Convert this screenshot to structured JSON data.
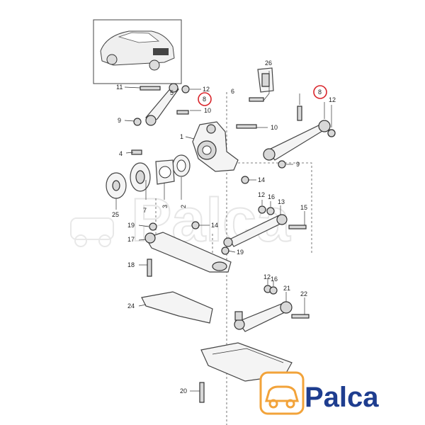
{
  "diagram": {
    "callouts": [
      {
        "id": "c1",
        "text": "1"
      },
      {
        "id": "c2",
        "text": "2"
      },
      {
        "id": "c3",
        "text": "3"
      },
      {
        "id": "c4",
        "text": "4"
      },
      {
        "id": "c5",
        "text": "5"
      },
      {
        "id": "c6",
        "text": "6"
      },
      {
        "id": "c7",
        "text": "7"
      },
      {
        "id": "c8a",
        "text": "8"
      },
      {
        "id": "c8b",
        "text": "8"
      },
      {
        "id": "c9a",
        "text": "9"
      },
      {
        "id": "c9b",
        "text": "9"
      },
      {
        "id": "c10a",
        "text": "10"
      },
      {
        "id": "c10b",
        "text": "10"
      },
      {
        "id": "c11",
        "text": "11"
      },
      {
        "id": "c12a",
        "text": "12"
      },
      {
        "id": "c12b",
        "text": "12"
      },
      {
        "id": "c12c",
        "text": "12"
      },
      {
        "id": "c12d",
        "text": "12"
      },
      {
        "id": "c13",
        "text": "13"
      },
      {
        "id": "c14a",
        "text": "14"
      },
      {
        "id": "c14b",
        "text": "14"
      },
      {
        "id": "c15",
        "text": "15"
      },
      {
        "id": "c16a",
        "text": "16"
      },
      {
        "id": "c16b",
        "text": "16"
      },
      {
        "id": "c17",
        "text": "17"
      },
      {
        "id": "c18",
        "text": "18"
      },
      {
        "id": "c19a",
        "text": "19"
      },
      {
        "id": "c19b",
        "text": "19"
      },
      {
        "id": "c20",
        "text": "20"
      },
      {
        "id": "c21",
        "text": "21"
      },
      {
        "id": "c22",
        "text": "22"
      },
      {
        "id": "c24",
        "text": "24"
      },
      {
        "id": "c25",
        "text": "25"
      },
      {
        "id": "c26",
        "text": "26"
      }
    ],
    "highlight_color": "#d9262c"
  },
  "brand": {
    "watermark_text": "Palca",
    "logo_text": "Palca",
    "logo_color": "#1e3d8f",
    "logo_accent_color": "#f2a33a"
  }
}
